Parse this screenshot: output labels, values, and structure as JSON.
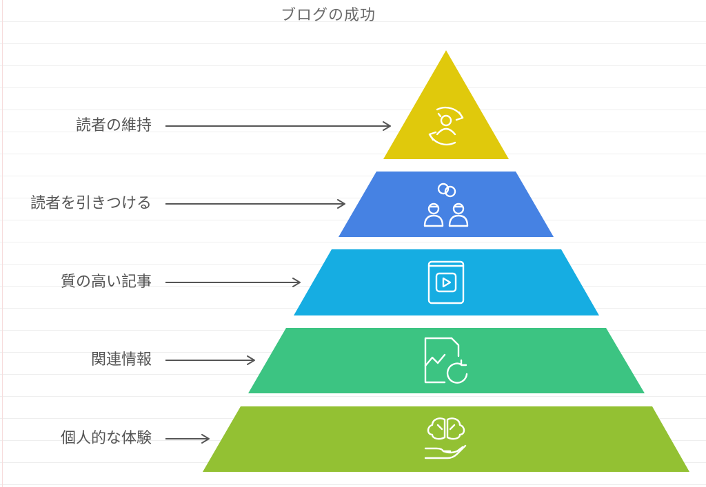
{
  "title": "ブログの成功",
  "levels": [
    {
      "label": "読者の維持",
      "color": "#e0c90c",
      "icon": "user-cycle-icon"
    },
    {
      "label": "読者を引きつける",
      "color": "#4682e3",
      "icon": "people-link-icon"
    },
    {
      "label": "質の高い記事",
      "color": "#16ade2",
      "icon": "video-book-icon"
    },
    {
      "label": "関連情報",
      "color": "#3cc482",
      "icon": "chart-refresh-icon"
    },
    {
      "label": "個人的な体験",
      "color": "#93c133",
      "icon": "brain-hand-icon"
    }
  ],
  "arrow_color": "#555555",
  "icon_color": "#ffffff"
}
